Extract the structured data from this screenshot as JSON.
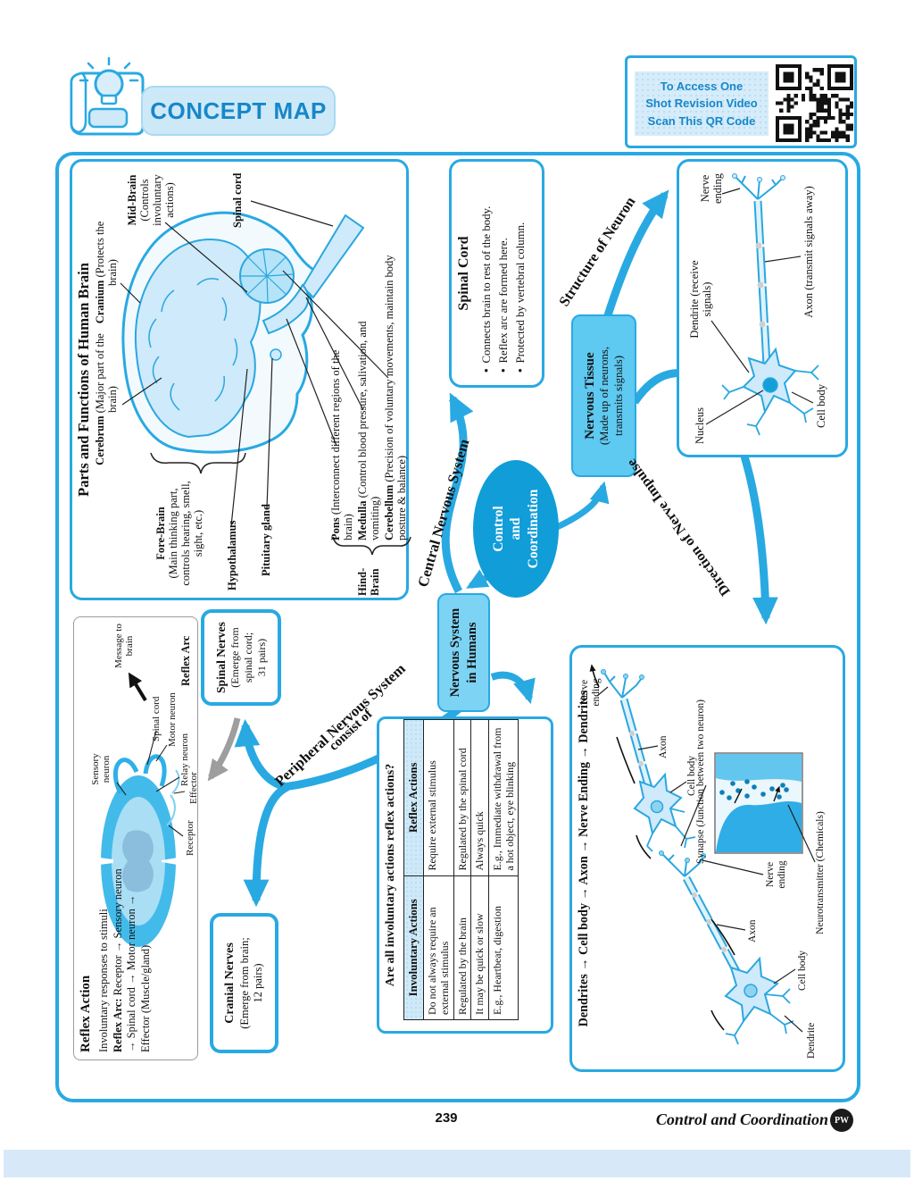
{
  "header": {
    "banner": "CONCEPT MAP",
    "qr_line1": "To Access One",
    "qr_line2": "Shot Revision Video",
    "qr_line3": "Scan This QR Code"
  },
  "footer": {
    "page_number": "239",
    "chapter": "Control and Coordination",
    "logo": "PW"
  },
  "map": {
    "center": {
      "l1": "Control",
      "l2": "and",
      "l3": "Coordination"
    },
    "edges": {
      "cns": "Central Nervous System",
      "pns": "Peripheral Nervous System",
      "consist": "consist of",
      "neuron": "Structure of Neuron",
      "impulse": "Direction of Nerve Impulse"
    },
    "ns_humans": {
      "l1": "Nervous System",
      "l2": "in Humans"
    },
    "nervous_tissue": {
      "title": "Nervous Tissue",
      "sub1": "(Made up of neurons,",
      "sub2": "transmits signals)"
    },
    "spinal_cord": {
      "title": "Spinal Cord",
      "bullets": [
        "Connects brain to rest of the body.",
        "Reflex arc are formed here.",
        "Protected by vertebral column."
      ]
    },
    "spinal_nerves": {
      "title": "Spinal Nerves",
      "sub1": "(Emerge from",
      "sub2": "spinal cord;",
      "sub3": "31 pairs)"
    },
    "cranial_nerves": {
      "title": "Cranial Nerves",
      "sub1": "(Emerge from brain;",
      "sub2": "12 pairs)"
    },
    "brain": {
      "title": "Parts and Functions of Human Brain",
      "cerebrum_b": "Cerebrum",
      "cerebrum_t": "(Major part of the brain)",
      "cranium_b": "Cranium",
      "cranium_t": "(Protects the brain)",
      "midbrain_b": "Mid-Brain",
      "midbrain_t": "(Controls involuntary actions)",
      "spinal_b": "Spinal cord",
      "forebrain_b": "Fore-Brain",
      "forebrain_t": "(Main thinking part, controls hearing, smell, sight, etc.)",
      "hypothalamus_b": "Hypothalamus",
      "pituitary_b": "Pituitary gland",
      "hind1": "Hind-",
      "hind2": "Brain",
      "pons_b": "Pons",
      "pons_t": "(Interconnect different regions of the brain)",
      "medulla_b": "Medulla",
      "medulla_t": "(Control blood pressure, salivation, and vomiting)",
      "cerebellum_b": "Cerebellum",
      "cerebellum_t": "(Precision of voluntary movements, maintain body posture & balance)"
    },
    "neuron_structure": {
      "nucleus": "Nucleus",
      "dendrite": "Dendrite (receive signals)",
      "axon": "Axon (transmit signals away)",
      "nerve_ending": "Nerve ending",
      "cell_body": "Cell body"
    },
    "reflex": {
      "title": "Reflex Action",
      "p1": "Involuntary responses to stimuli",
      "p2b": "Reflex Arc:",
      "p2": "Receptor → Sensory neuron → Spinal cord → Motor neuron → Effector (Muscle/gland)",
      "sensory": "Sensory neuron",
      "spinal": "Spinal cord",
      "message": "Message to brain",
      "relay": "Relay neuron",
      "receptor": "Receptor",
      "effector": "Effector",
      "motor": "Motor neuron",
      "caption": "Reflex Arc"
    },
    "table": {
      "title": "Are all involuntary actions reflex actions?",
      "headers": [
        "Involuntary Actions",
        "Reflex Actions"
      ],
      "rows": [
        [
          "Do not always require an external stimulus",
          "Require external stimulus"
        ],
        [
          "Regulated by the brain",
          "Regulated by the spinal cord"
        ],
        [
          "It may be quick or slow",
          "Always quick"
        ],
        [
          "E.g., Heartbeat, digestion",
          "E.g., Immediate withdrawal from a hot object, eye blinking"
        ]
      ]
    },
    "chain": {
      "title": "Dendrites → Cell body → Axon → Nerve Ending → Dendrites",
      "dendrite": "Dendrite",
      "cell_body1": "Cell body",
      "axon1": "Axon",
      "ne1": "Nerve ending",
      "synapse": "Synapse (Junction between two neuron)",
      "neurotransmitter": "Neurotransmitter (Chemicals)",
      "cell_body2": "Cell body",
      "axon2": "Axon",
      "ne2": "Nerve ending"
    }
  },
  "colors": {
    "accent": "#29a9e2",
    "dark_blue": "#1787c8",
    "light_blue": "#d6ecfa",
    "panel_blue": "#7dd3f3",
    "solid_blue": "#119dd8",
    "bar_blue": "#d7e9f8"
  }
}
